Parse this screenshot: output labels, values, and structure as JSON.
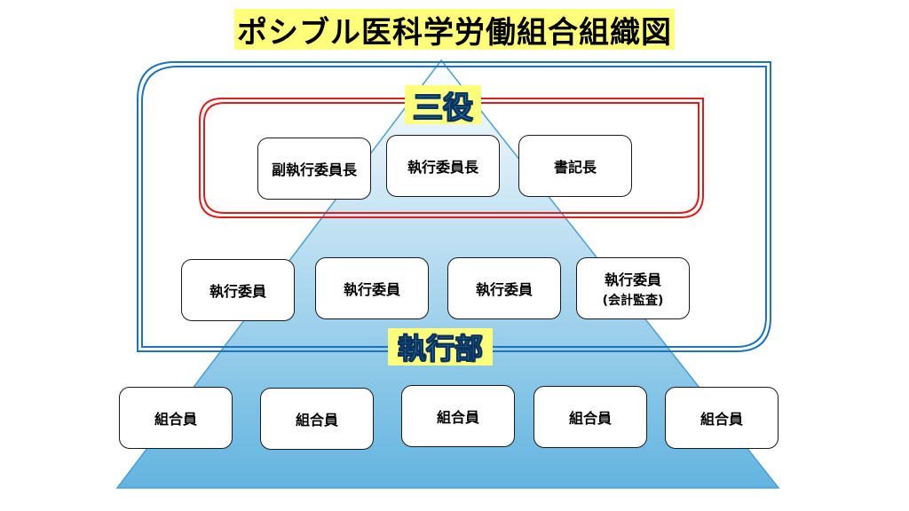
{
  "title": "ポシブル医科学労働組合組織図",
  "colors": {
    "pyramid_top": "#ffffff",
    "pyramid_bottom": "#62b4e0",
    "outer_frame": "#1e73be",
    "inner_frame": "#e21b1b",
    "label_highlight": "#ffff7a",
    "label_text": "#1b7fc4"
  },
  "groups": {
    "sanyaku": {
      "label": "三役"
    },
    "shikkobu": {
      "label": "執行部"
    }
  },
  "tiers": {
    "sanyaku_roles": [
      {
        "label": "副執行委員長"
      },
      {
        "label": "執行委員長"
      },
      {
        "label": "書記長"
      }
    ],
    "executive_members": [
      {
        "label": "執行委員",
        "sub": ""
      },
      {
        "label": "執行委員",
        "sub": ""
      },
      {
        "label": "執行委員",
        "sub": ""
      },
      {
        "label": "執行委員",
        "sub": "(会計監査)"
      }
    ],
    "union_members": [
      {
        "label": "組合員"
      },
      {
        "label": "組合員"
      },
      {
        "label": "組合員"
      },
      {
        "label": "組合員"
      },
      {
        "label": "組合員"
      }
    ]
  }
}
